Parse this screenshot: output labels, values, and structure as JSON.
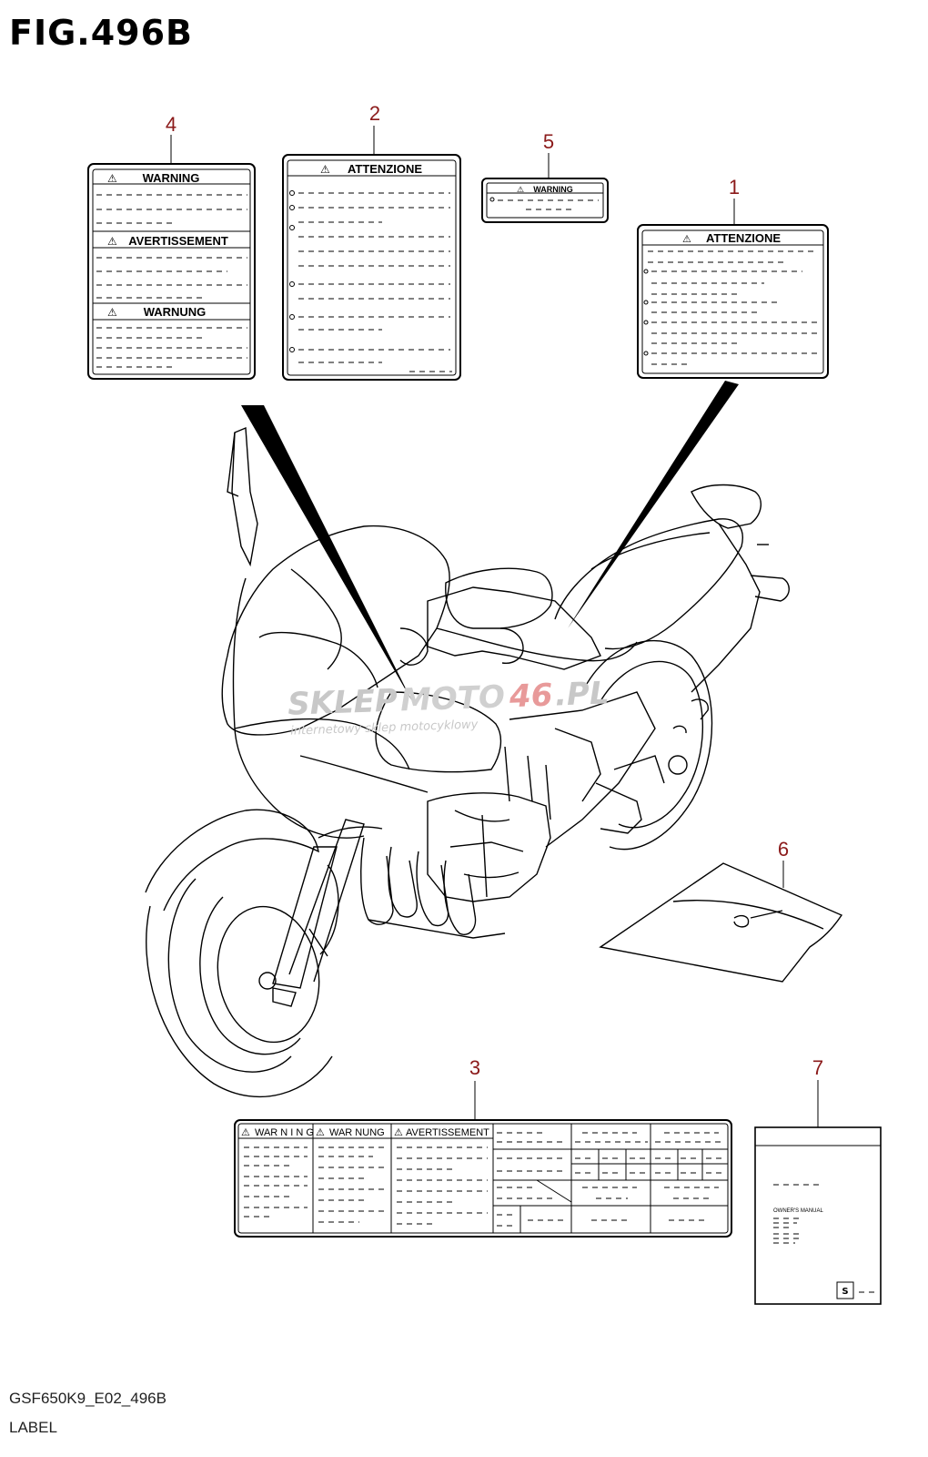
{
  "figure": {
    "title": "FIG.496B",
    "code": "GSF650K9_E02_496B",
    "name": "LABEL"
  },
  "callouts": [
    "1",
    "2",
    "3",
    "4",
    "5",
    "6",
    "7"
  ],
  "labels": {
    "label_4": {
      "headers": [
        "WARNING",
        "AVERTISSEMENT",
        "WARNUNG"
      ]
    },
    "label_2": {
      "header": "ATTENZIONE"
    },
    "label_5": {
      "header": "WARNING"
    },
    "label_1": {
      "header": "ATTENZIONE"
    },
    "label_3": {
      "headers": [
        "WAR N I N G",
        "WAR NUNG",
        "AVERTISSEMENT"
      ]
    },
    "label_7": {
      "text": "OWNER'S MANUAL"
    }
  },
  "watermark": {
    "main_a": "SKLEP",
    "main_b": "MOTO",
    "main_c": "46",
    "main_d": ".PL",
    "sub": "internetowy sklep motocyklowy"
  },
  "colors": {
    "callout": "#8b1a1a",
    "watermark_gray": "#c8c8c8",
    "watermark_red": "#e89a9a"
  }
}
